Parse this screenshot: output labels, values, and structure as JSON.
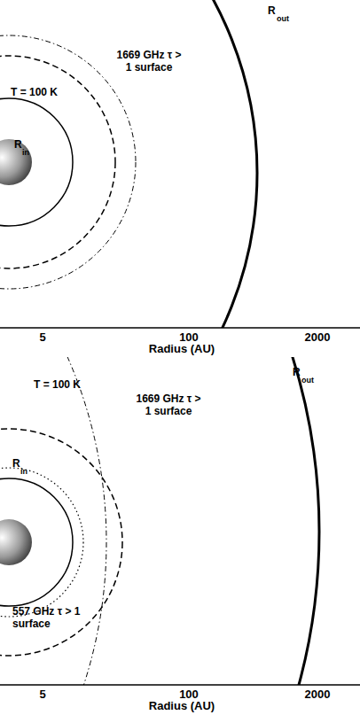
{
  "diagram": {
    "labels": [
      "R",
      "out",
      "1669 GHz τ > 1 surface",
      "T = 100 K",
      "R",
      "in",
      "5",
      "100",
      "2000",
      "Radius (AU)",
      "R",
      "out",
      "1669 GHz τ > 1 surface",
      "T = 100 K",
      "R",
      "in",
      "557 GHz τ > 1 surface",
      "5",
      "100",
      "2000",
      "Radius (AU)"
    ]
  }
}
